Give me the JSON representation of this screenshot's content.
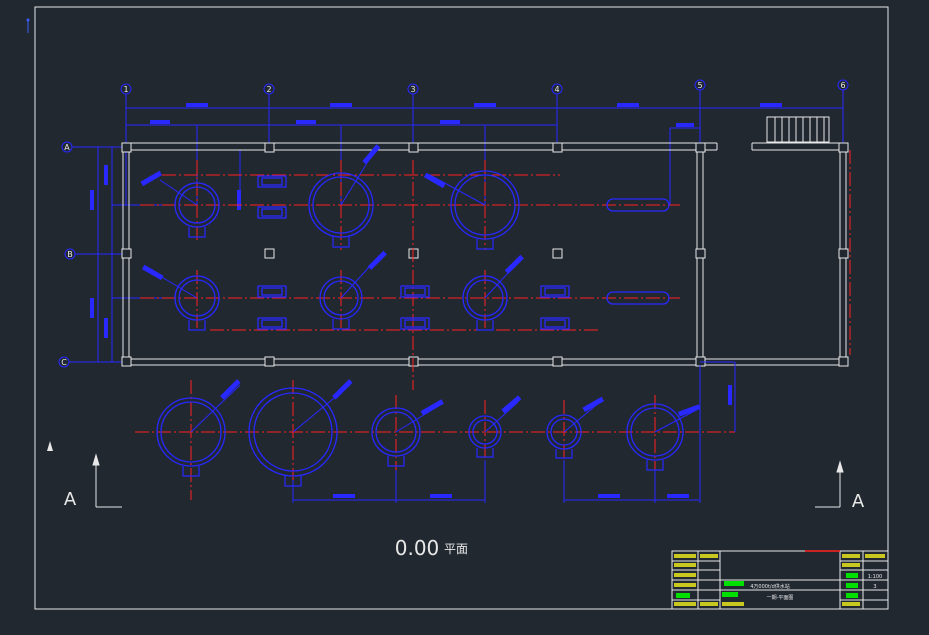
{
  "colors": {
    "background": "#212830",
    "white": "#e8e8e8",
    "blue": "#2828ff",
    "red": "#ff2020",
    "green": "#00e000",
    "yellow": "#e0e020"
  },
  "drawing": {
    "title": "0.00",
    "title_suffix": "平面",
    "section_left": "A",
    "section_right": "A",
    "ucs_icon": "ucs-axis-icon"
  },
  "grid": {
    "columns": [
      "1",
      "2",
      "3",
      "4",
      "5",
      "6"
    ],
    "rows": [
      "A",
      "B",
      "C"
    ]
  },
  "title_block": {
    "project": "4万000t/d供水站",
    "drawing_name": "一期-平面图",
    "sheet": "3",
    "scale": "1:100"
  }
}
